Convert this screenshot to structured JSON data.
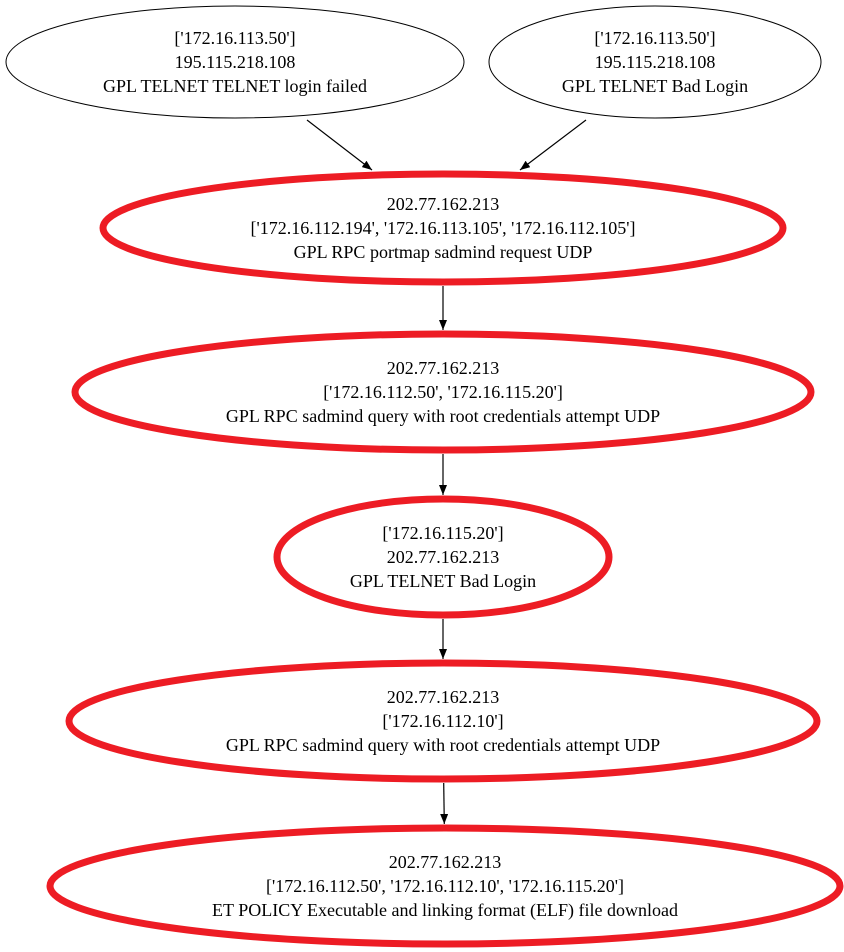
{
  "diagram": {
    "nodes": [
      {
        "id": "n1",
        "lines": [
          "['172.16.113.50']",
          "195.115.218.108",
          "GPL TELNET TELNET login failed"
        ],
        "highlighted": false
      },
      {
        "id": "n2",
        "lines": [
          "['172.16.113.50']",
          "195.115.218.108",
          "GPL TELNET Bad Login"
        ],
        "highlighted": false
      },
      {
        "id": "n3",
        "lines": [
          "202.77.162.213",
          "['172.16.112.194', '172.16.113.105', '172.16.112.105']",
          "GPL RPC portmap sadmind request UDP"
        ],
        "highlighted": true
      },
      {
        "id": "n4",
        "lines": [
          "202.77.162.213",
          "['172.16.112.50', '172.16.115.20']",
          "GPL RPC sadmind query with root credentials attempt UDP"
        ],
        "highlighted": true
      },
      {
        "id": "n5",
        "lines": [
          "['172.16.115.20']",
          "202.77.162.213",
          "GPL TELNET Bad Login"
        ],
        "highlighted": true
      },
      {
        "id": "n6",
        "lines": [
          "202.77.162.213",
          "['172.16.112.10']",
          "GPL RPC sadmind query with root credentials attempt UDP"
        ],
        "highlighted": true
      },
      {
        "id": "n7",
        "lines": [
          "202.77.162.213",
          "['172.16.112.50', '172.16.112.10', '172.16.115.20']",
          "ET POLICY Executable and linking format (ELF) file download"
        ],
        "highlighted": true
      }
    ],
    "edges": [
      {
        "from": "n1",
        "to": "n3"
      },
      {
        "from": "n2",
        "to": "n3"
      },
      {
        "from": "n3",
        "to": "n4"
      },
      {
        "from": "n4",
        "to": "n5"
      },
      {
        "from": "n5",
        "to": "n6"
      },
      {
        "from": "n6",
        "to": "n7"
      }
    ],
    "colors": {
      "highlight_stroke": "#ed1c24",
      "normal_stroke": "#000000",
      "edge": "#000000",
      "text": "#000000"
    }
  }
}
